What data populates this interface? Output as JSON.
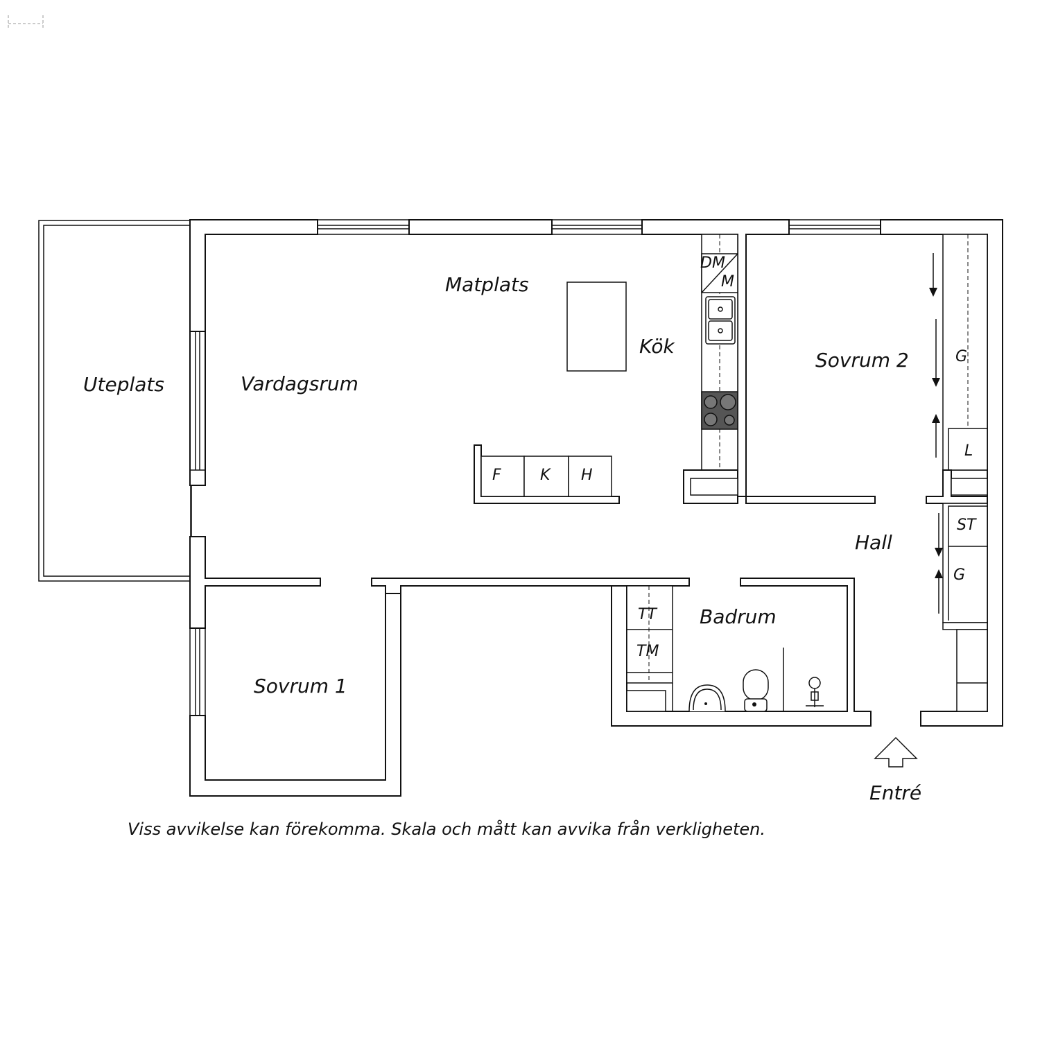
{
  "rooms": {
    "uteplats": "Uteplats",
    "vardagsrum": "Vardagsrum",
    "matplats": "Matplats",
    "kok": "Kök",
    "sovrum2": "Sovrum 2",
    "hall": "Hall",
    "badrum": "Badrum",
    "sovrum1": "Sovrum 1",
    "entre": "Entré"
  },
  "appliances": {
    "dm": "DM",
    "m": "M",
    "f": "F",
    "k": "K",
    "h": "H",
    "g_bedroom": "G",
    "l": "L",
    "st": "ST",
    "g_hall": "G",
    "tt": "TT",
    "tm": "TM"
  },
  "disclaimer": "Viss avvikelse kan förekomma. Skala och mått kan avvika från verkligheten."
}
